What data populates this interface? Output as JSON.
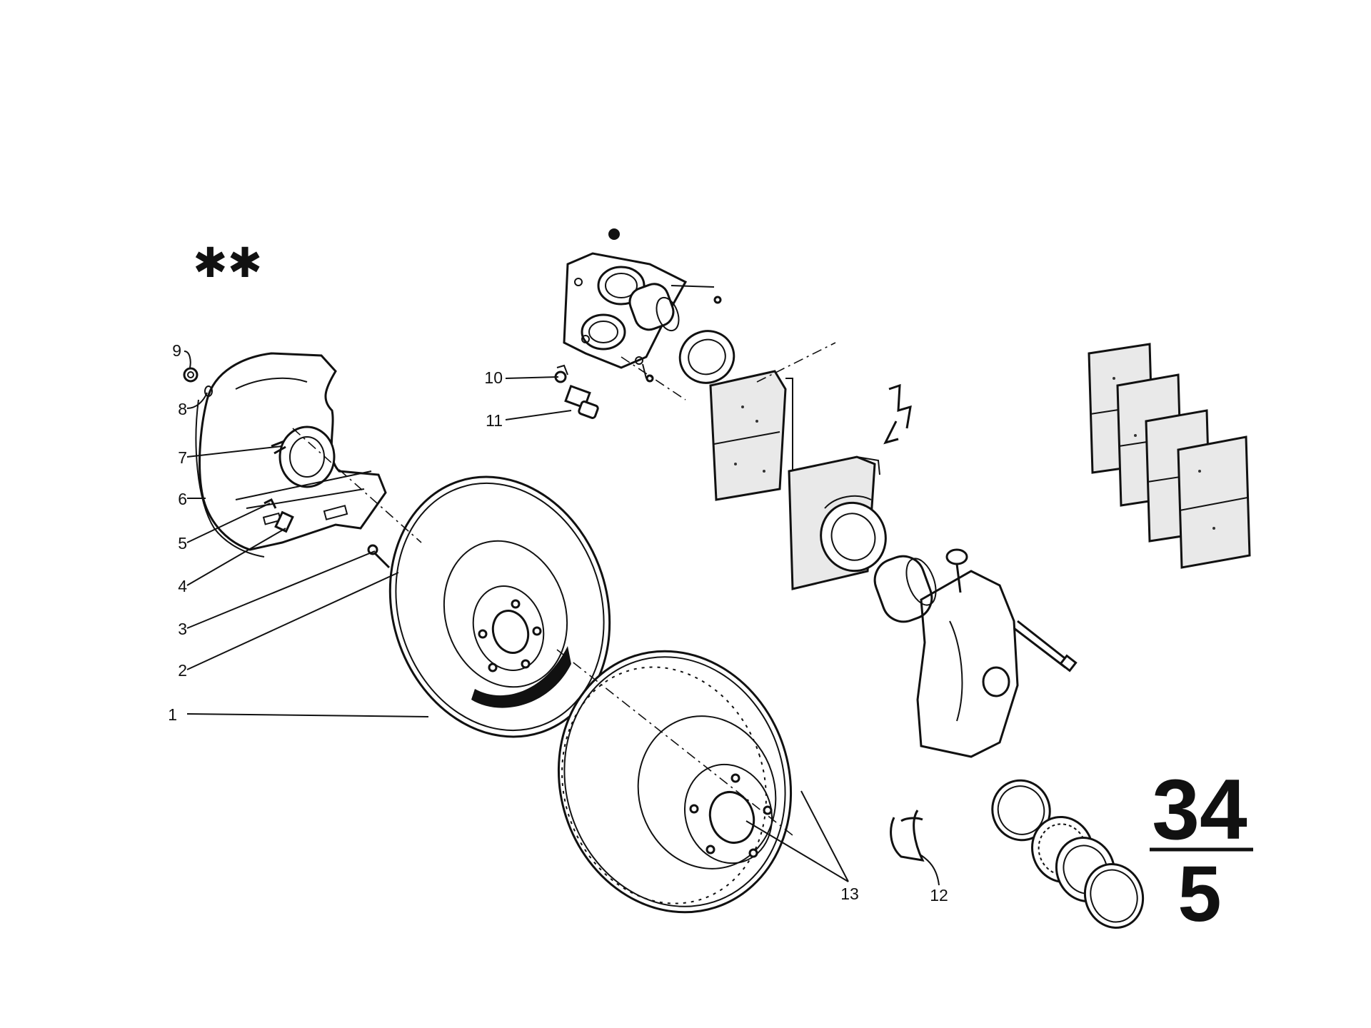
{
  "marker": "✱✱",
  "callouts": [
    "1",
    "2",
    "3",
    "4",
    "5",
    "6",
    "7",
    "8",
    "9",
    "10",
    "11",
    "12",
    "13"
  ],
  "group": {
    "major": "34",
    "minor": "5"
  },
  "colors": {
    "ink": "#111111",
    "paper": "#ffffff"
  }
}
